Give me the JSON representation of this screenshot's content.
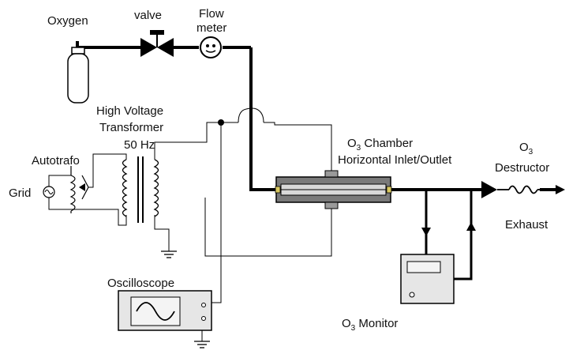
{
  "labels": {
    "oxygen": "Oxygen",
    "valve": "valve",
    "flow_meter_1": "Flow",
    "flow_meter_2": "meter",
    "hv_line1": "High Voltage",
    "hv_line2": "Transformer",
    "hv_line3": "50 Hz",
    "autotrafo": "Autotrafo",
    "grid": "Grid",
    "chamber_o": "O",
    "chamber_sub": "3",
    "chamber_rest": " Chamber",
    "chamber_line2": "Horizontal Inlet/Outlet",
    "destructor_o": "O",
    "destructor_sub": "3",
    "destructor_line2": "Destructor",
    "exhaust": "Exhaust",
    "oscilloscope": "Oscilloscope",
    "monitor_o": "O",
    "monitor_sub": "3",
    "monitor_rest": " Monitor"
  },
  "colors": {
    "line": "#000000",
    "chamber_fill": "#7a7a7a",
    "chamber_inner": "#d8d8d8",
    "device_fill": "#e6e6e6",
    "screen_fill": "#f4f4f4"
  },
  "icons": [
    "oxygen-cylinder-icon",
    "valve-icon",
    "flow-meter-icon",
    "transformer-icon",
    "ac-source-icon",
    "ground-icon",
    "destructor-coil-icon",
    "arrow-icon"
  ]
}
